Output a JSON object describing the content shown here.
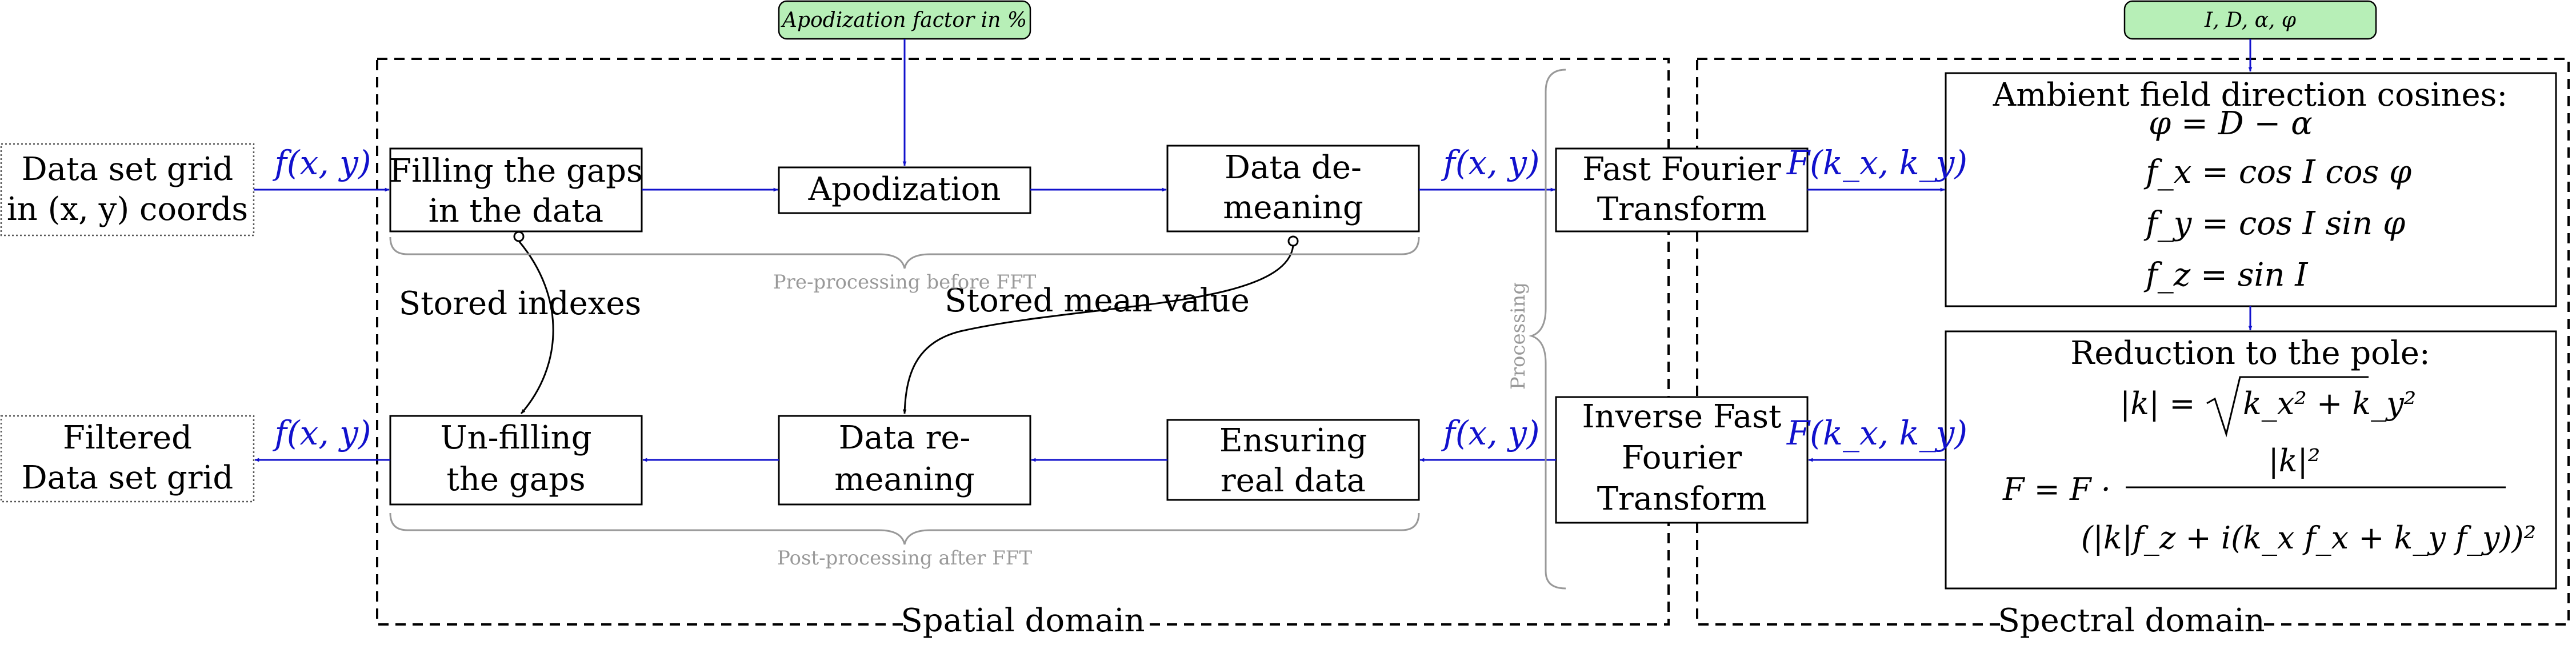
{
  "parameters": {
    "apodization_factor": "Apodization factor in %",
    "field_angles": "I, D, α, φ"
  },
  "boxes": {
    "input_grid": [
      "Data set grid",
      "in (x, y) coords"
    ],
    "filling": [
      "Filling the gaps",
      "in the data"
    ],
    "apodization": [
      "Apodization"
    ],
    "demeaning": [
      "Data de-",
      "meaning"
    ],
    "fft": [
      "Fast Fourier",
      "Transform"
    ],
    "ifft": [
      "Inverse Fast",
      "Fourier",
      "Transform"
    ],
    "ensuring": [
      "Ensuring",
      "real data"
    ],
    "remeaning": [
      "Data re-",
      "meaning"
    ],
    "unfilling": [
      "Un-filling",
      "the gaps"
    ],
    "output_grid": [
      "Filtered",
      "Data set grid"
    ]
  },
  "direction_cosines": {
    "title": "Ambient field direction cosines:",
    "phi": "φ = D − α",
    "fx": "f_x = cos I cos φ",
    "fy": "f_y = cos I sin φ",
    "fz": "f_z = sin I"
  },
  "reduction": {
    "title": "Reduction to the pole:",
    "k_lhs": "|k| =",
    "k_rhs": "k_x² + k_y²",
    "F_lhs": "F = F ·",
    "numerator": "|k|²",
    "denominator": "(|k|f_z + i(k_x f_x + k_y f_y))²"
  },
  "signals": {
    "spatial": "f(x, y)",
    "spectral": "F(k_x, k_y)"
  },
  "annotations": {
    "stored_indexes": "Stored indexes",
    "stored_mean": "Stored mean value",
    "pre_processing": "Pre-processing before FFT",
    "post_processing": "Post-processing after FFT",
    "processing": "Processing"
  },
  "domains": {
    "spatial": "Spatial domain",
    "spectral": "Spectral domain"
  }
}
